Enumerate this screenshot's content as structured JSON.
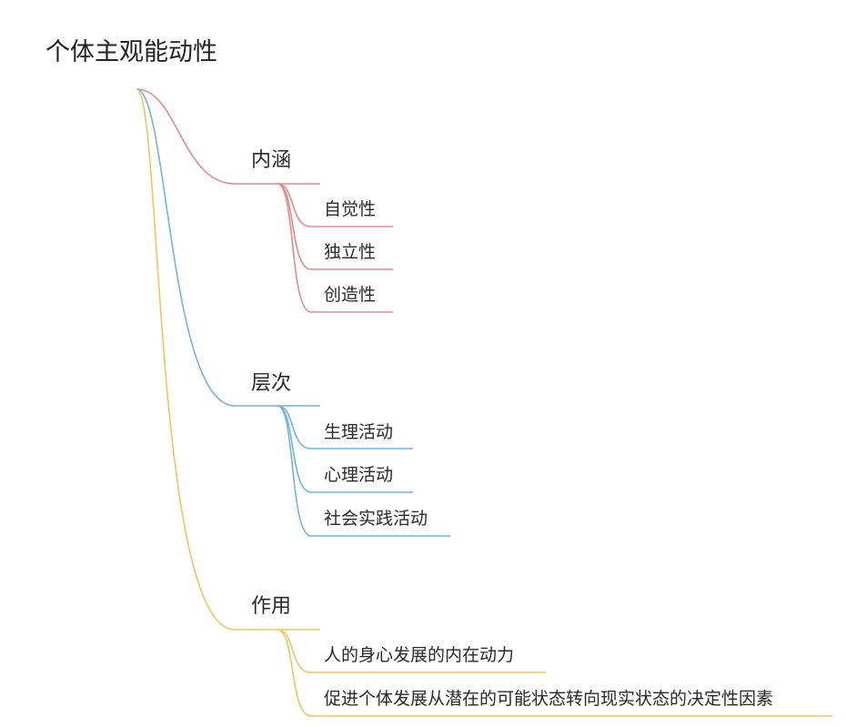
{
  "root": {
    "label": "个体主观能动性"
  },
  "branches": [
    {
      "label": "内涵",
      "color": "#e08b8b",
      "children": [
        {
          "label": "自觉性"
        },
        {
          "label": "独立性"
        },
        {
          "label": "创造性"
        }
      ]
    },
    {
      "label": "层次",
      "color": "#6fb6da",
      "children": [
        {
          "label": "生理活动"
        },
        {
          "label": "心理活动"
        },
        {
          "label": "社会实践活动"
        }
      ]
    },
    {
      "label": "作用",
      "color": "#f2c55c",
      "children": [
        {
          "label": "人的身心发展的内在动力"
        },
        {
          "label": "促进个体发展从潜在的可能状态转向现实状态的决定性因素"
        }
      ]
    }
  ]
}
